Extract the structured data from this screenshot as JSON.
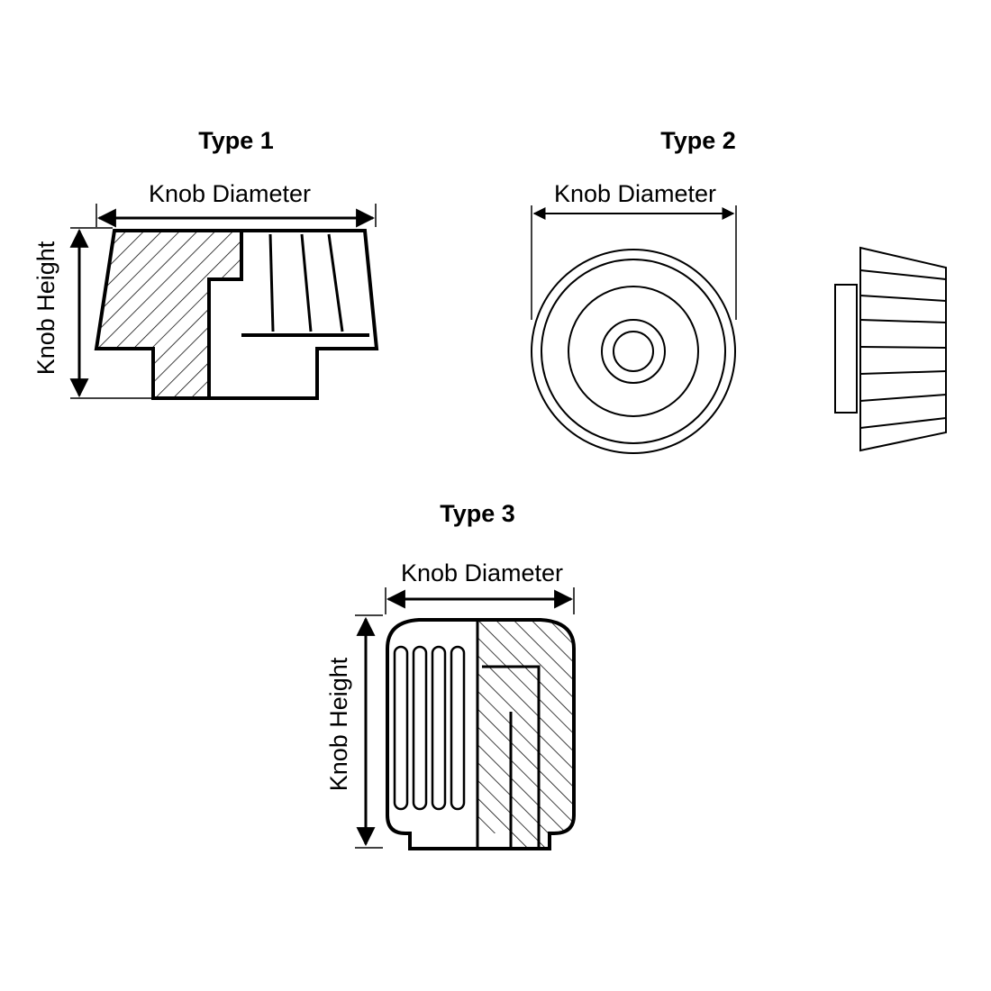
{
  "type1": {
    "title": "Type 1",
    "diameter_label": "Knob Diameter",
    "height_label": "Knob Height"
  },
  "type2": {
    "title": "Type 2",
    "diameter_label": "Knob Diameter"
  },
  "type3": {
    "title": "Type 3",
    "diameter_label": "Knob Diameter",
    "height_label": "Knob Height"
  },
  "colors": {
    "line": "#000000",
    "background": "#ffffff"
  }
}
